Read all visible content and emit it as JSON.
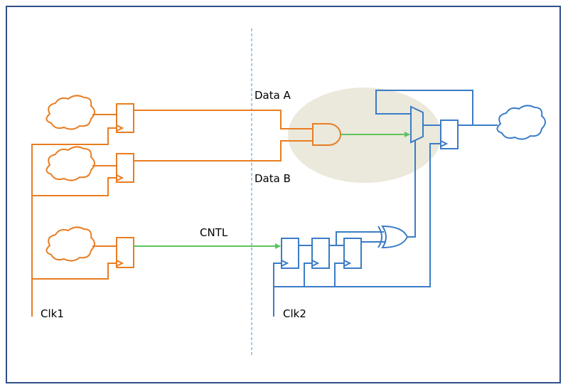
{
  "labels": {
    "data_a": "Data A",
    "data_b": "Data B",
    "cntl": "CNTL",
    "clk1": "Clk1",
    "clk2": "Clk2"
  },
  "colors": {
    "border": "#2f4f8a",
    "domain1": "#e87d22",
    "domain2": "#3a7cc6",
    "data_path": "#5cc45c",
    "boundary": "#6aa4d0",
    "highlight": "#ebe8dc"
  },
  "clock_domains": [
    {
      "name": "Clk1",
      "color": "#e87d22",
      "flops": 3,
      "logic_clouds": 3
    },
    {
      "name": "Clk2",
      "color": "#3a7cc6",
      "flops": 4,
      "logic_clouds": 1
    }
  ],
  "components": [
    "logic-cloud",
    "flip-flop",
    "and-gate",
    "mux",
    "xor-gate",
    "synchronizer"
  ]
}
